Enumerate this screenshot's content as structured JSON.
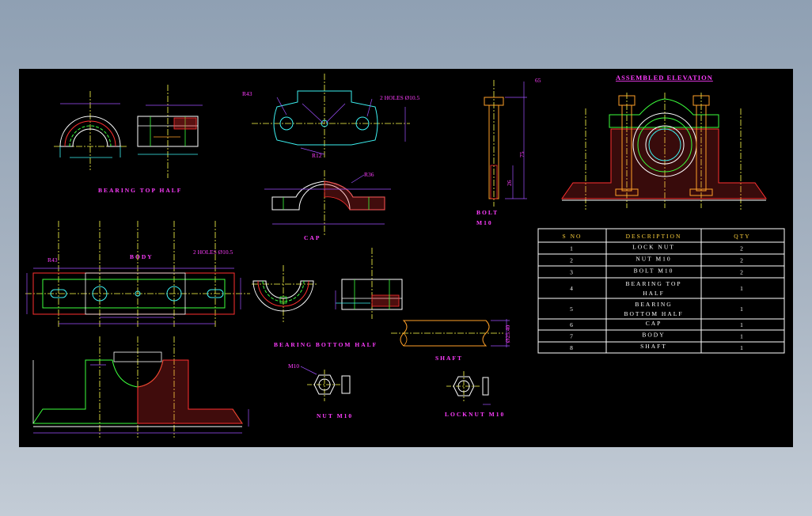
{
  "views": {
    "bearing_top_half": "BEARING TOP HALF",
    "body": "BODY",
    "cap": "CAP",
    "bolt_line1": "BOLT",
    "bolt_line2": "M10",
    "assembled": "ASSEMBLED ELEVATION",
    "bearing_bottom_half": "BEARING BOTTOM HALF",
    "shaft": "SHAFT",
    "nut": "NUT M10",
    "locknut": "LOCKNUT M10"
  },
  "dimensions": {
    "r43_cap": "R43",
    "two_holes_cap": "2 HOLES Ø10.5",
    "r12": "R12",
    "r36": "R36",
    "r43_body": "R43",
    "two_holes_body": "2 HOLES Ø10.5",
    "bolt_65": "65",
    "bolt_75": "75",
    "bolt_26": "26",
    "shaft_dia": "Ø25.40",
    "m10": "M10"
  },
  "table": {
    "headers": [
      "S NO",
      "DESCRIPTION",
      "QTY"
    ],
    "rows": [
      {
        "sno": "1",
        "desc": [
          "LOCK NUT"
        ],
        "qty": "2"
      },
      {
        "sno": "2",
        "desc": [
          "NUT M10"
        ],
        "qty": "2"
      },
      {
        "sno": "3",
        "desc": [
          "BOLT M10"
        ],
        "qty": "2"
      },
      {
        "sno": "4",
        "desc": [
          "BEARING TOP",
          "HALF"
        ],
        "qty": "1"
      },
      {
        "sno": "5",
        "desc": [
          "BEARING",
          "BOTTOM HALF"
        ],
        "qty": "1"
      },
      {
        "sno": "6",
        "desc": [
          "CAP"
        ],
        "qty": "1"
      },
      {
        "sno": "7",
        "desc": [
          "BODY"
        ],
        "qty": "1"
      },
      {
        "sno": "8",
        "desc": [
          "SHAFT"
        ],
        "qty": "1"
      }
    ]
  },
  "colors": {
    "background": "#000000",
    "label": "#ff3dff",
    "outline_white": "#ffffff",
    "center_line": "#ffff4a",
    "cyan": "#3cf0f0",
    "green": "#3cff3c",
    "red": "#ff3030",
    "orange": "#ffa028",
    "purple": "#a050ff"
  }
}
